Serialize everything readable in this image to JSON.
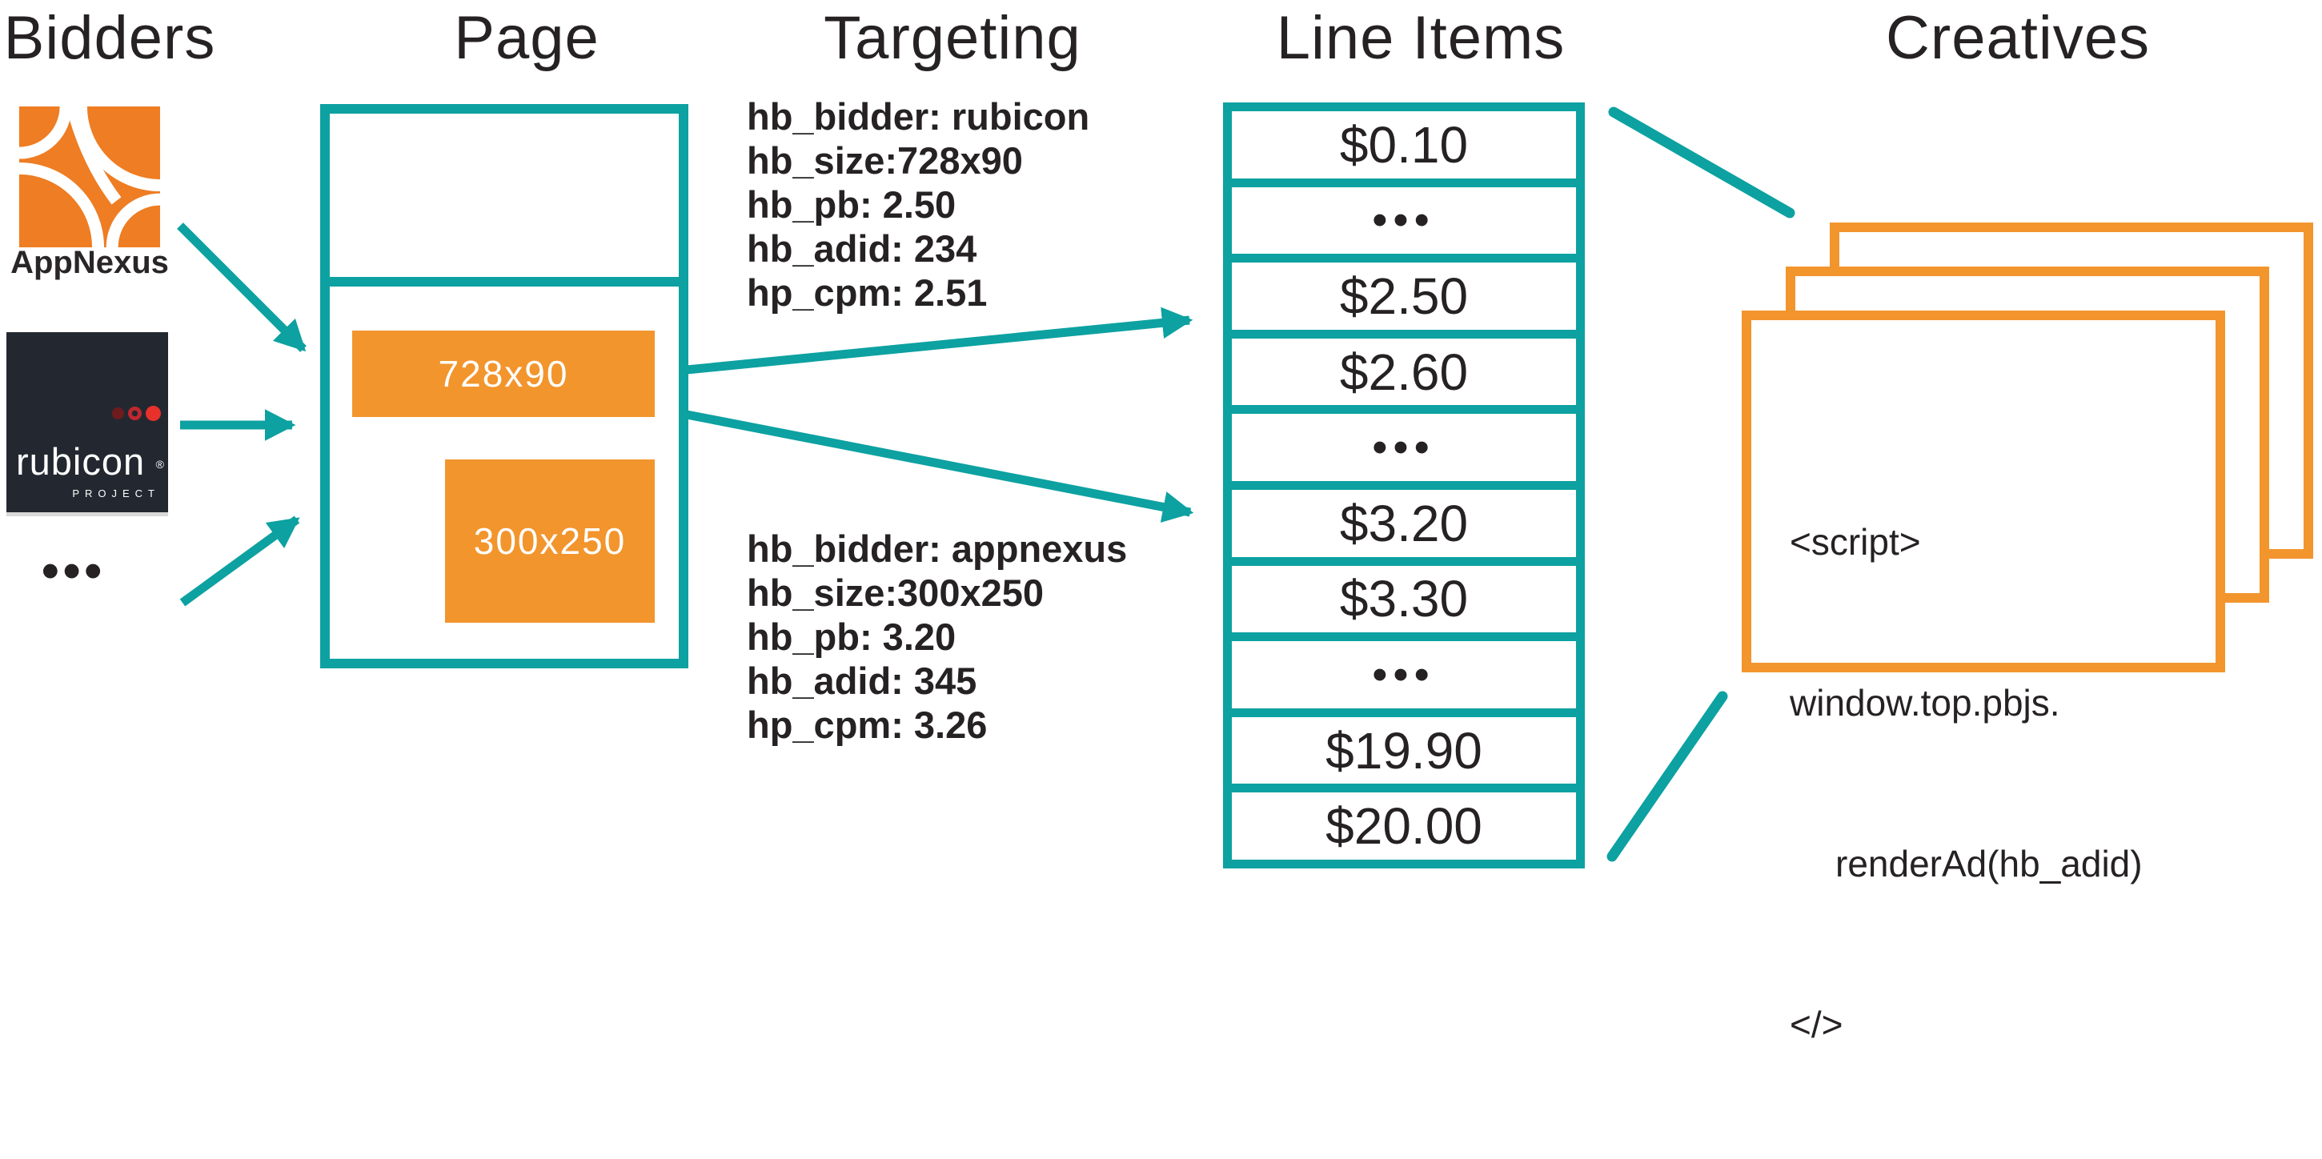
{
  "colors": {
    "teal": "#0DA1A1",
    "orange": "#F2952D",
    "appnexus_orange": "#EE7D23",
    "rubicon_bg": "#232830",
    "ink": "#262223",
    "white": "#FFFFFF"
  },
  "headers": {
    "bidders": "Bidders",
    "page": "Page",
    "targeting": "Targeting",
    "line_items": "Line Items",
    "creatives": "Creatives"
  },
  "bidders": {
    "appnexus_label": "AppNexus",
    "rubicon_label": "rubicon",
    "rubicon_reg_mark": "®",
    "rubicon_sublabel": "PROJECT",
    "more_bidders": "•••"
  },
  "page": {
    "slots": [
      {
        "label": "728x90"
      },
      {
        "label": "300x250"
      }
    ]
  },
  "targeting": {
    "blocks": [
      {
        "lines": [
          "hb_bidder: rubicon",
          "hb_size:728x90",
          "hb_pb: 2.50",
          "hb_adid: 234",
          "hp_cpm: 2.51"
        ]
      },
      {
        "lines": [
          "hb_bidder: appnexus",
          "hb_size:300x250",
          "hb_pb: 3.20",
          "hb_adid: 345",
          "hp_cpm: 3.26"
        ]
      }
    ]
  },
  "line_items": {
    "rows": [
      "$0.10",
      "•••",
      "$2.50",
      "$2.60",
      "•••",
      "$3.20",
      "$3.30",
      "•••",
      "$19.90",
      "$20.00"
    ]
  },
  "creatives": {
    "code_lines": [
      "<script>",
      "window.top.pbjs.",
      "renderAd(hb_adid)",
      "</>"
    ]
  }
}
